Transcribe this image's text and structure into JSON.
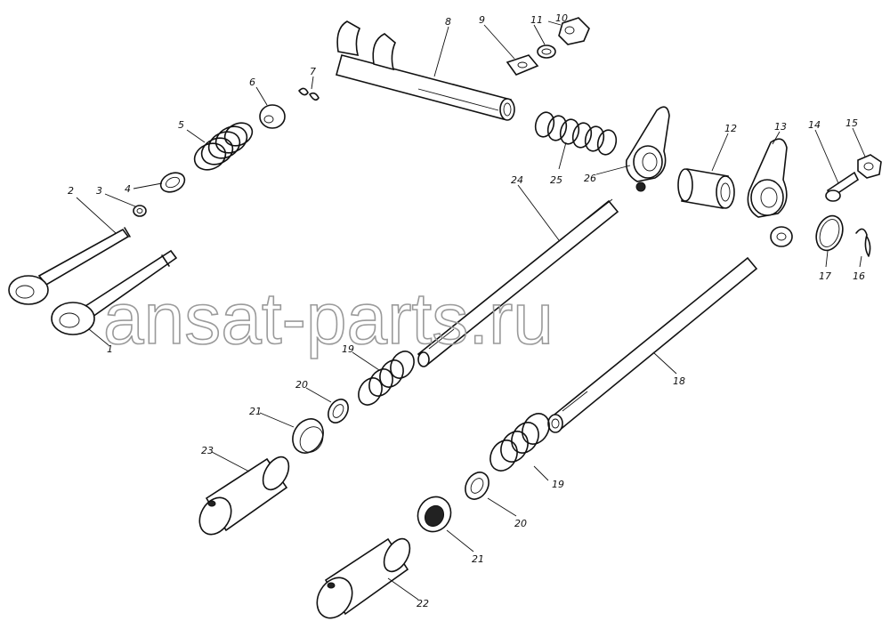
{
  "watermark": "ansat-parts.ru",
  "callouts": [
    {
      "id": "1",
      "text": "1"
    },
    {
      "id": "2",
      "text": "2"
    },
    {
      "id": "3",
      "text": "3"
    },
    {
      "id": "4",
      "text": "4"
    },
    {
      "id": "5",
      "text": "5"
    },
    {
      "id": "6",
      "text": "6"
    },
    {
      "id": "7",
      "text": "7"
    },
    {
      "id": "8",
      "text": "8"
    },
    {
      "id": "9",
      "text": "9"
    },
    {
      "id": "10",
      "text": "10"
    },
    {
      "id": "11",
      "text": "11"
    },
    {
      "id": "12",
      "text": "12"
    },
    {
      "id": "13",
      "text": "13"
    },
    {
      "id": "14",
      "text": "14"
    },
    {
      "id": "15",
      "text": "15"
    },
    {
      "id": "16",
      "text": "16"
    },
    {
      "id": "17",
      "text": "17"
    },
    {
      "id": "18",
      "text": "18"
    },
    {
      "id": "19a",
      "text": "19"
    },
    {
      "id": "19b",
      "text": "19"
    },
    {
      "id": "20a",
      "text": "20"
    },
    {
      "id": "20b",
      "text": "20"
    },
    {
      "id": "21a",
      "text": "21"
    },
    {
      "id": "21b",
      "text": "21"
    },
    {
      "id": "22",
      "text": "22"
    },
    {
      "id": "23",
      "text": "23"
    },
    {
      "id": "24",
      "text": "24"
    },
    {
      "id": "25",
      "text": "25"
    },
    {
      "id": "26",
      "text": "26"
    }
  ]
}
